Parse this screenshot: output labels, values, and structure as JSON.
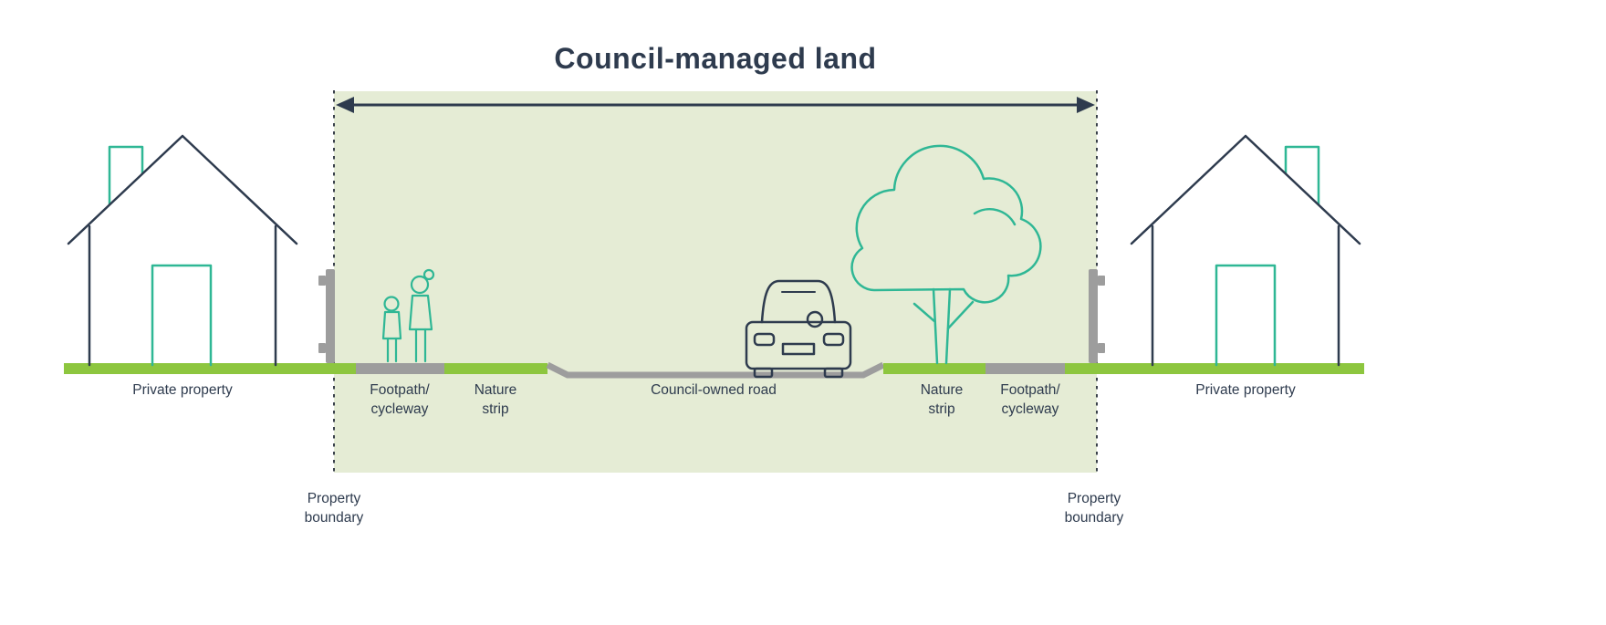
{
  "title": "Council-managed land",
  "zones": [
    {
      "label": "Private property"
    },
    {
      "label": "Footpath/\ncycleway"
    },
    {
      "label": "Nature\nstrip"
    },
    {
      "label": "Council-owned road"
    },
    {
      "label": "Nature\nstrip"
    },
    {
      "label": "Footpath/\ncycleway"
    },
    {
      "label": "Private property"
    }
  ],
  "boundaries": [
    {
      "label": "Property\nboundary"
    },
    {
      "label": "Property\nboundary"
    }
  ],
  "colors": {
    "navy": "#2e3b4e",
    "teal": "#2fb795",
    "lime": "#8dc63f",
    "gray": "#9d9d9d",
    "sage": "#e5ecd5",
    "boundary-line": "#3a414b"
  }
}
